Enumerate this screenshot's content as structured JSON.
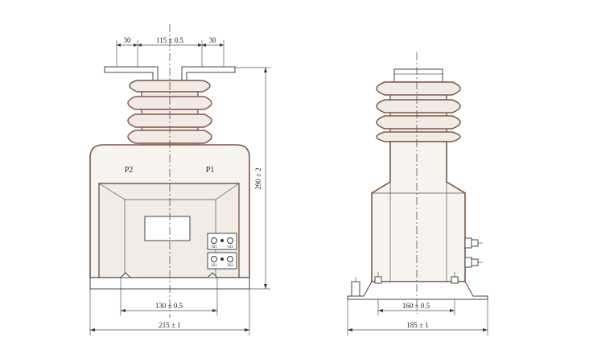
{
  "front_view": {
    "terminal_p2": "P2",
    "terminal_p1": "P1",
    "dim_top_left": "30",
    "dim_top_center": "115 ± 0.5",
    "dim_top_right": "30",
    "dim_height": "290 ± 2",
    "dim_mount": "130 ± 0.5",
    "dim_base": "215 ± 1",
    "secondary_1s1": "1S1",
    "secondary_1s2": "1S2",
    "secondary_2s1": "2S1",
    "secondary_2s2": "2S2"
  },
  "side_view": {
    "dim_mount": "160 ± 0.5",
    "dim_base": "185 ± 1"
  },
  "colors": {
    "body_outline": "#7a5a4a",
    "body_fill": "#f7f3ef",
    "line": "#444444"
  }
}
